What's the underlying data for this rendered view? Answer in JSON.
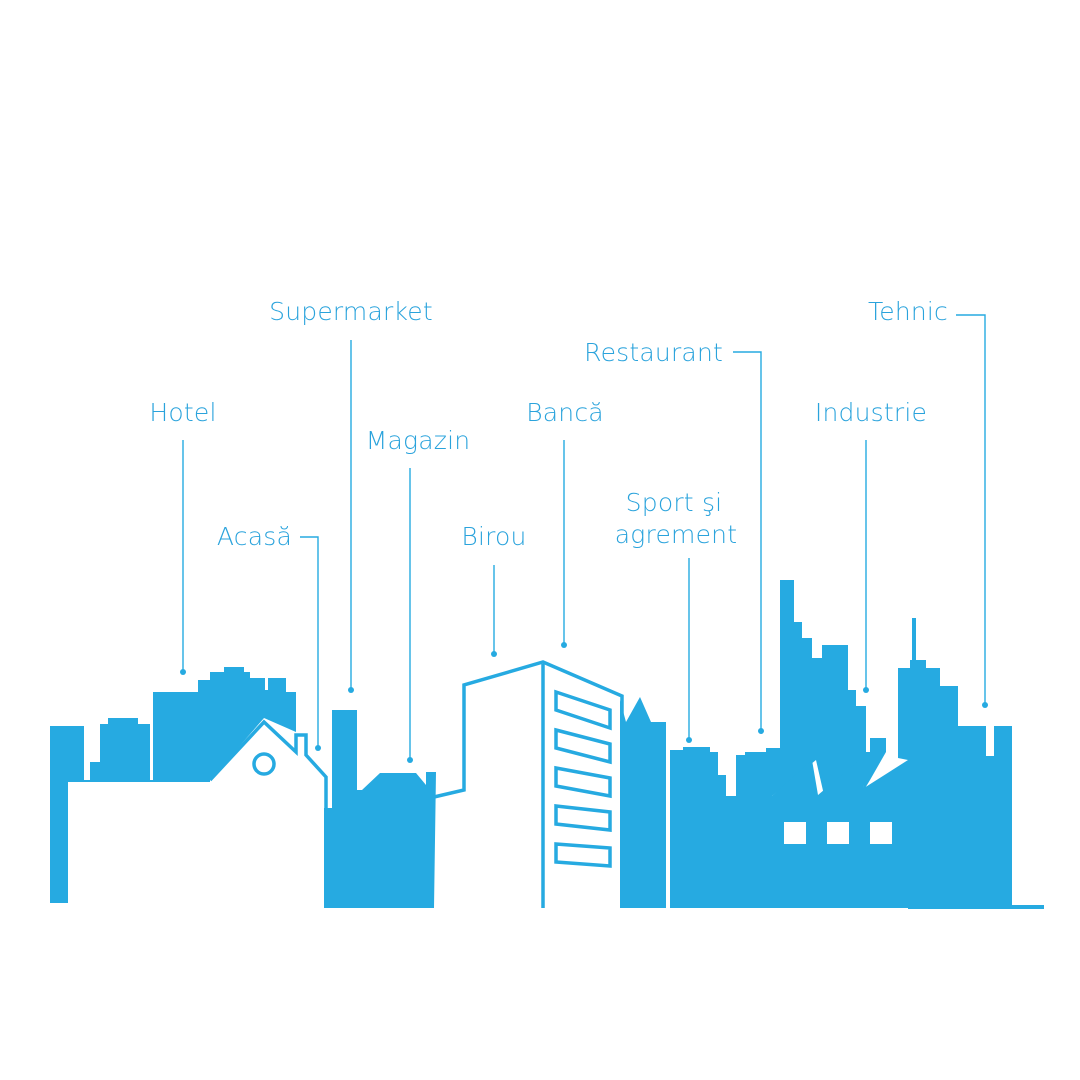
{
  "palette": {
    "fill": "#26aae1",
    "text": "#2aa3dc",
    "background": "#ffffff"
  },
  "labels": {
    "hotel": "Hotel",
    "acasa": "Acasă",
    "supermarket": "Supermarket",
    "magazin": "Magazin",
    "birou": "Birou",
    "banca": "Bancă",
    "sport_line1": "Sport şi",
    "sport_line2": "agrement",
    "restaurant": "Restaurant",
    "industrie": "Industrie",
    "tehnic": "Tehnic"
  }
}
